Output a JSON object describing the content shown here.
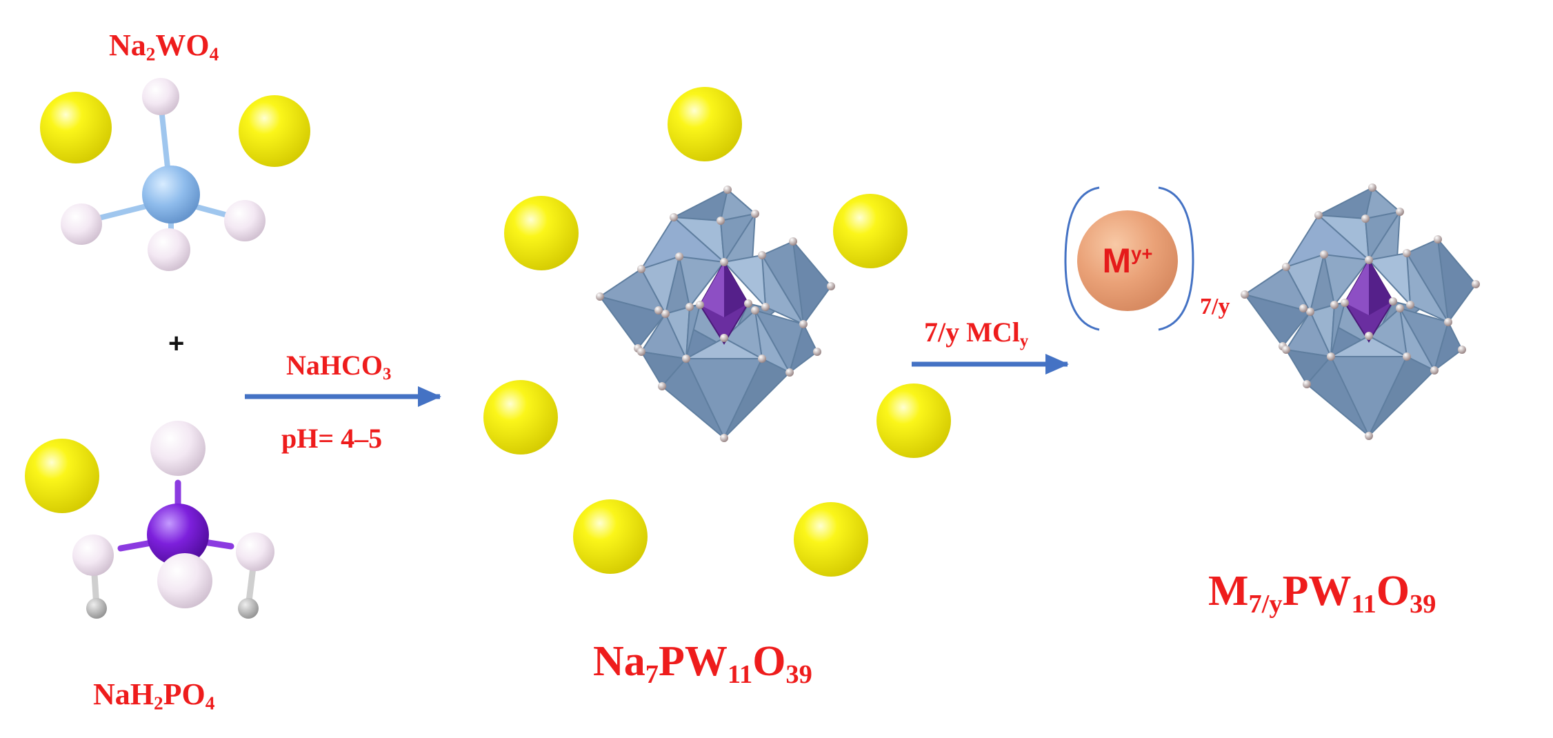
{
  "labels": {
    "na2wo4": {
      "pre": "Na",
      "s1": "2",
      "mid": "WO",
      "s2": "4"
    },
    "nah2po4": {
      "pre": "NaH",
      "s1": "2",
      "mid": "PO",
      "s2": "4"
    },
    "plus": "+",
    "nahco3": {
      "pre": "NaHCO",
      "s1": "3"
    },
    "ph": "pH= 4–5",
    "mcly": {
      "pre": "7/y MCl",
      "s1": "y"
    },
    "na7pw11o39": {
      "a": "Na",
      "s1": "7",
      "b": "PW",
      "s2": "11",
      "c": "O",
      "s3": "39"
    },
    "m7ypw11o39": {
      "a": "M",
      "s1": "7/y",
      "b": "PW",
      "s2": "11",
      "c": "O",
      "s3": "39"
    },
    "ion": {
      "base": "M",
      "sup": "y+"
    },
    "bracket_sub": "7/y"
  },
  "colors": {
    "label_red": "#ee1c1c",
    "arrow_blue": "#4472c4",
    "sodium_yellow": "#f5f000",
    "tungsten_blue": "#8ab8ea",
    "phosphorus_purple": "#7b1fd6",
    "oxygen_pink": "#f1e6f1",
    "hydrogen_gray": "#a8a8a8",
    "polyhedron_blue": "#7f9cbc",
    "central_purple": "#6a2ea0",
    "ion_orange": "#e89c73"
  },
  "icons": [
    "sodium-atom-icon",
    "tungstate-molecule-icon",
    "phosphate-molecule-icon",
    "polyoxometalate-cluster-icon",
    "metal-cation-icon",
    "reaction-arrow-icon"
  ]
}
